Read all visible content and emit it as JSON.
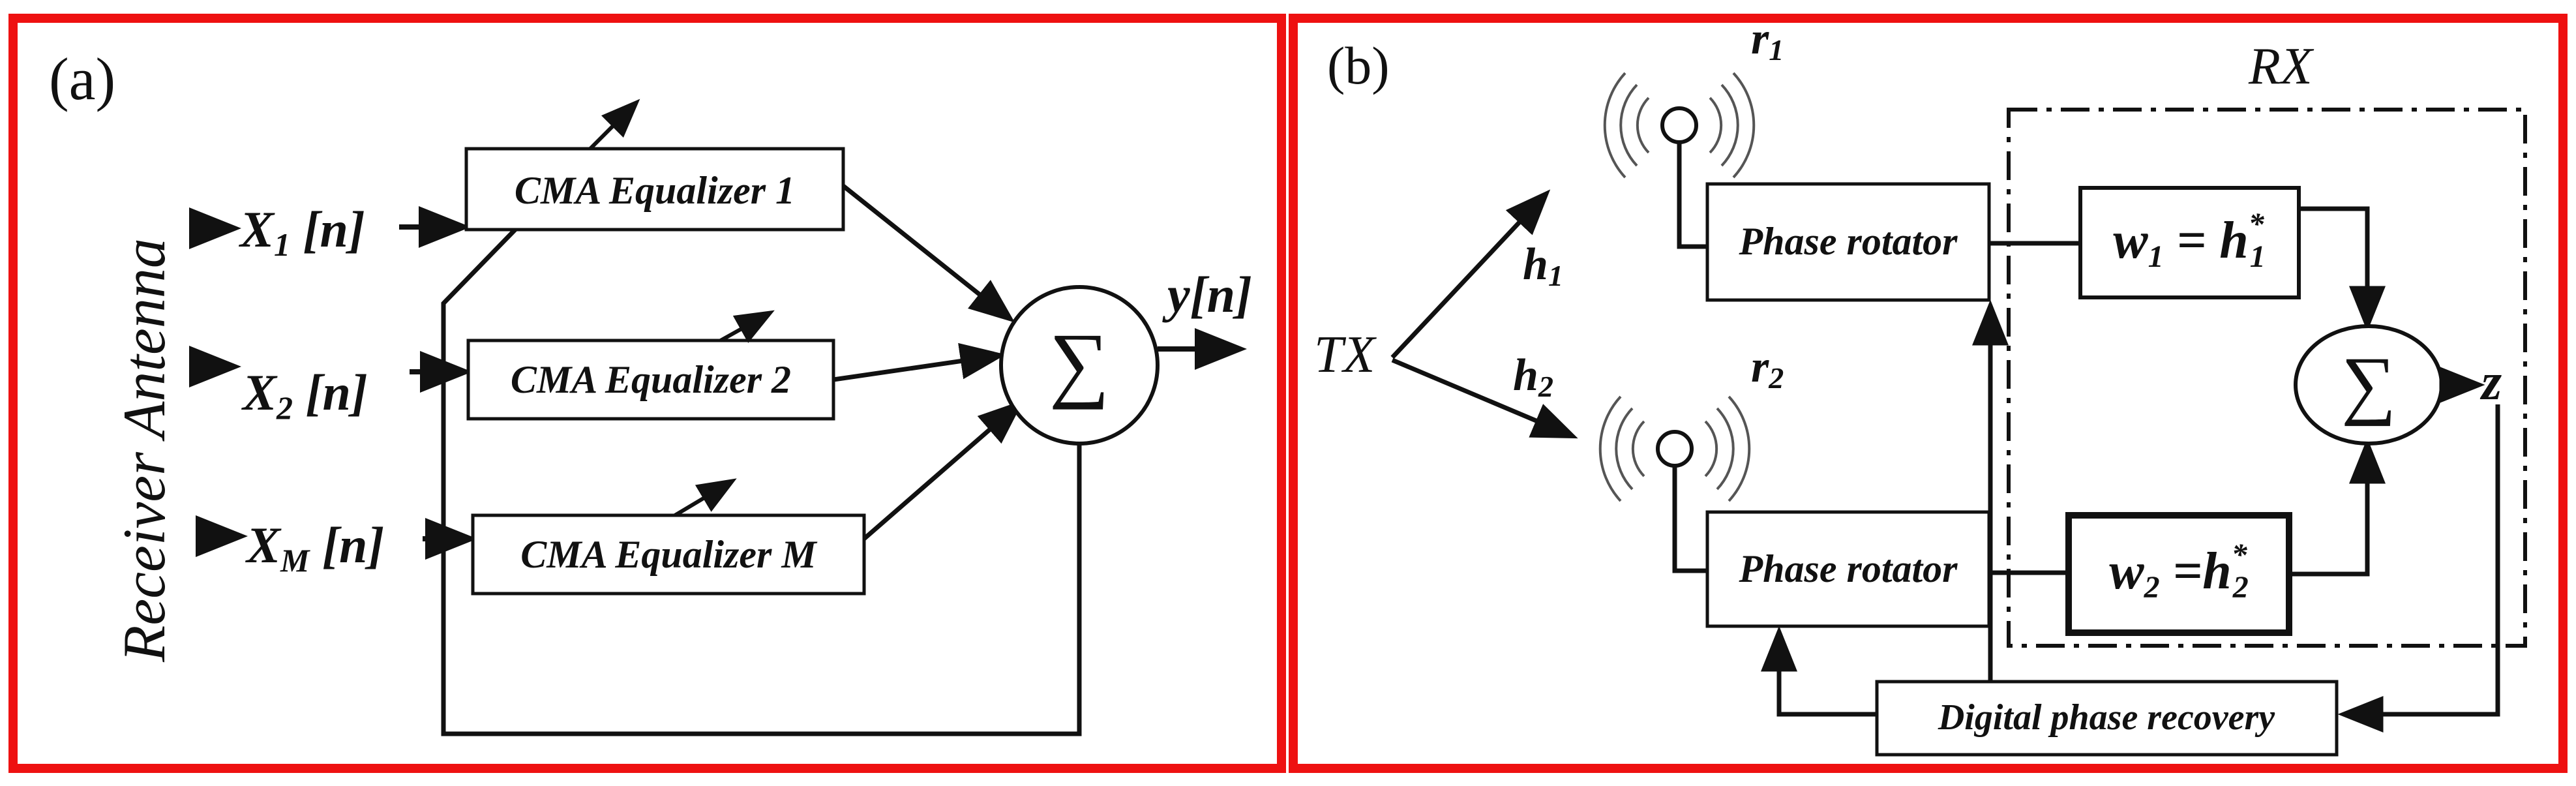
{
  "panel_a": {
    "tag": "(a)",
    "side_label": "Receiver Antenna",
    "inputs": [
      {
        "base": "X",
        "sub": "1",
        "suffix": " [n]"
      },
      {
        "base": "X",
        "sub": "2",
        "suffix": " [n]"
      },
      {
        "base": "X",
        "sub": "M",
        "suffix": " [n]"
      }
    ],
    "equalizers": [
      "CMA Equalizer 1",
      "CMA Equalizer 2",
      "CMA Equalizer M"
    ],
    "sum_symbol": "∑",
    "output": "y[n]"
  },
  "panel_b": {
    "tag": "(b)",
    "tx": "TX",
    "rx": "RX",
    "channels": [
      {
        "base": "h",
        "sub": "1"
      },
      {
        "base": "h",
        "sub": "2"
      }
    ],
    "antennas": [
      {
        "base": "r",
        "sub": "1"
      },
      {
        "base": "r",
        "sub": "2"
      }
    ],
    "rotators": [
      "Phase rotator",
      "Phase rotator"
    ],
    "weights": [
      {
        "w": "w",
        "wsub": "1",
        "eq": " = ",
        "h": "h",
        "hsup": "*",
        "hsub": "1"
      },
      {
        "w": "w",
        "wsub": "2",
        "eq": " =",
        "h": "h",
        "hsup": "*",
        "hsub": "2"
      }
    ],
    "sum_symbol": "∑",
    "output": "z",
    "recovery": "Digital phase recovery"
  },
  "colors": {
    "frame": "#ee1111",
    "ink": "#111111"
  }
}
